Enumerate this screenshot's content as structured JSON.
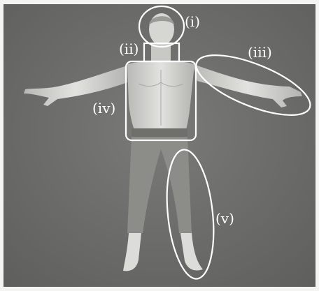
{
  "figure": {
    "background_color": "#6e6e6c",
    "figure_color": "#cfcfcc",
    "pants_color": "#8c8c88",
    "annotation_color": "#ffffff"
  },
  "regions": [
    {
      "id": "head",
      "label": "(i)",
      "shape": "ellipse"
    },
    {
      "id": "neck",
      "label": "(ii)",
      "shape": "rect"
    },
    {
      "id": "arm",
      "label": "(iii)",
      "shape": "ellipse"
    },
    {
      "id": "torso",
      "label": "(iv)",
      "shape": "rect"
    },
    {
      "id": "leg",
      "label": "(v)",
      "shape": "ellipse"
    }
  ]
}
